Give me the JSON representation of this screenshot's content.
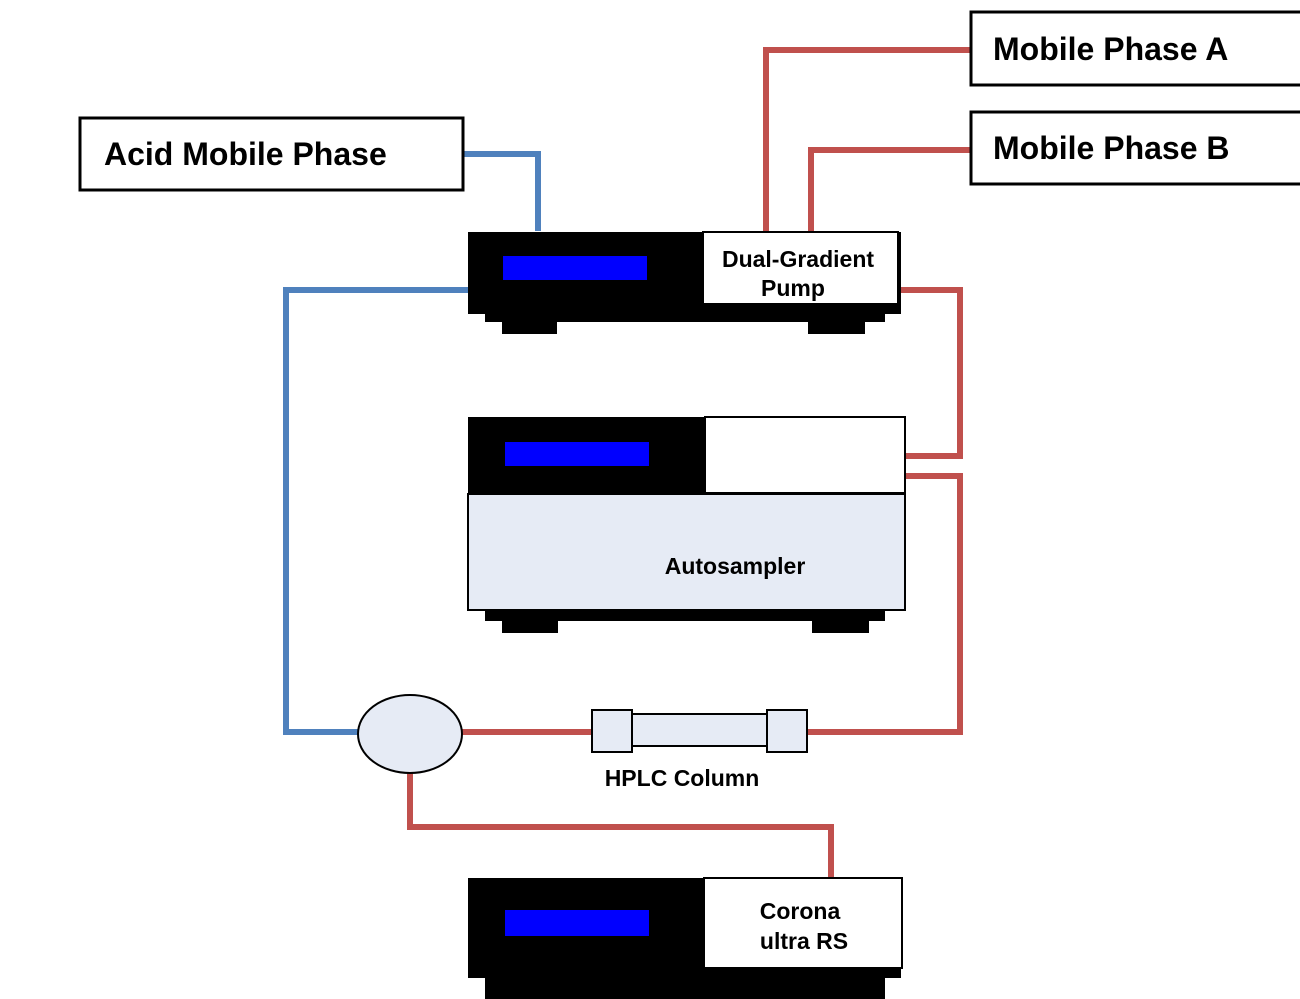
{
  "labels": {
    "mobile_phase_a": "Mobile Phase A",
    "mobile_phase_b": "Mobile Phase B",
    "acid_mobile_phase": "Acid Mobile Phase",
    "pump_line1": "Dual-Gradient",
    "pump_line2": "Pump",
    "autosampler": "Autosampler",
    "column": "HPLC Column",
    "detector_line1": "Corona",
    "detector_line2": "ultra RS"
  },
  "colors": {
    "red_line": "#c0504d",
    "blue_line": "#4f81bd",
    "display": "#0000ff",
    "panel_fill": "#e6ebf5",
    "device_body": "#000000"
  }
}
